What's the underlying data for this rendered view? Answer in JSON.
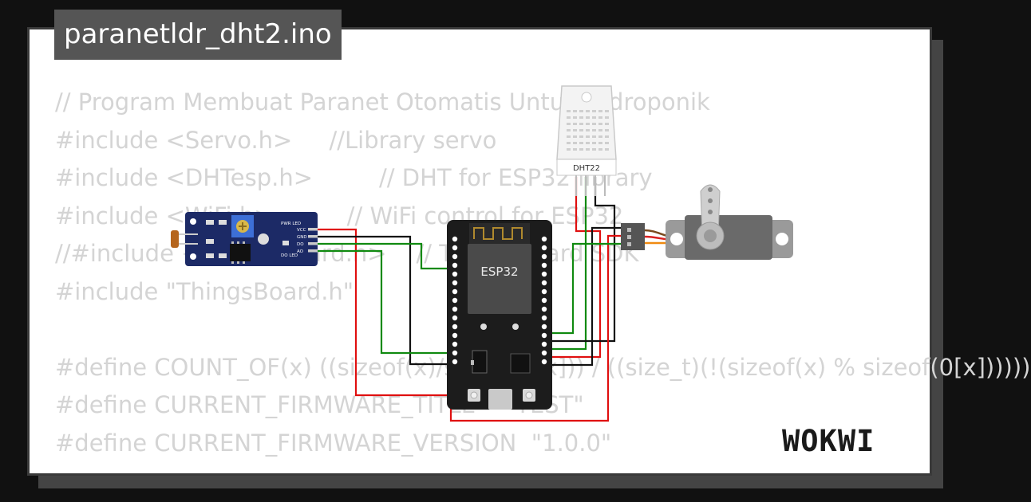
{
  "title": "paranetldr_dht2.ino",
  "code_lines": [
    "// Program Membuat Paranet Otomatis Untuk Hidroponik",
    "#include <Servo.h>     //Library servo",
    "#include <DHTesp.h>         // DHT for ESP32 library",
    "#include <WiFi.h>          // WiFi control for ESP32",
    "//#include <ThingsBoard.h>    // ThingsBoard SDK",
    "#include \"ThingsBoard.h\"",
    "",
    "#define COUNT_OF(x) ((sizeof(x)/sizeof(0[x])) / ((size_t)(!(sizeof(x) % sizeof(0[x])))))",
    "#define CURRENT_FIRMWARE_TITLE    \"TEST\"",
    "#define CURRENT_FIRMWARE_VERSION  \"1.0.0\""
  ],
  "components": {
    "esp32_label": "ESP32",
    "dht_label": "DHT22",
    "ldr_pins": [
      "VCC",
      "GND",
      "DO",
      "AO"
    ],
    "ldr_led_labels": [
      "PWR LED",
      "DO LED"
    ]
  },
  "logo": {
    "text": "WOKWI"
  },
  "colors": {
    "wire_red": "#e01010",
    "wire_black": "#111111",
    "wire_green": "#108a10",
    "board": "#1c1c1c",
    "ldr_module": "#1c2a66",
    "pot": "#3d6fd6",
    "servo_body": "#555555"
  }
}
